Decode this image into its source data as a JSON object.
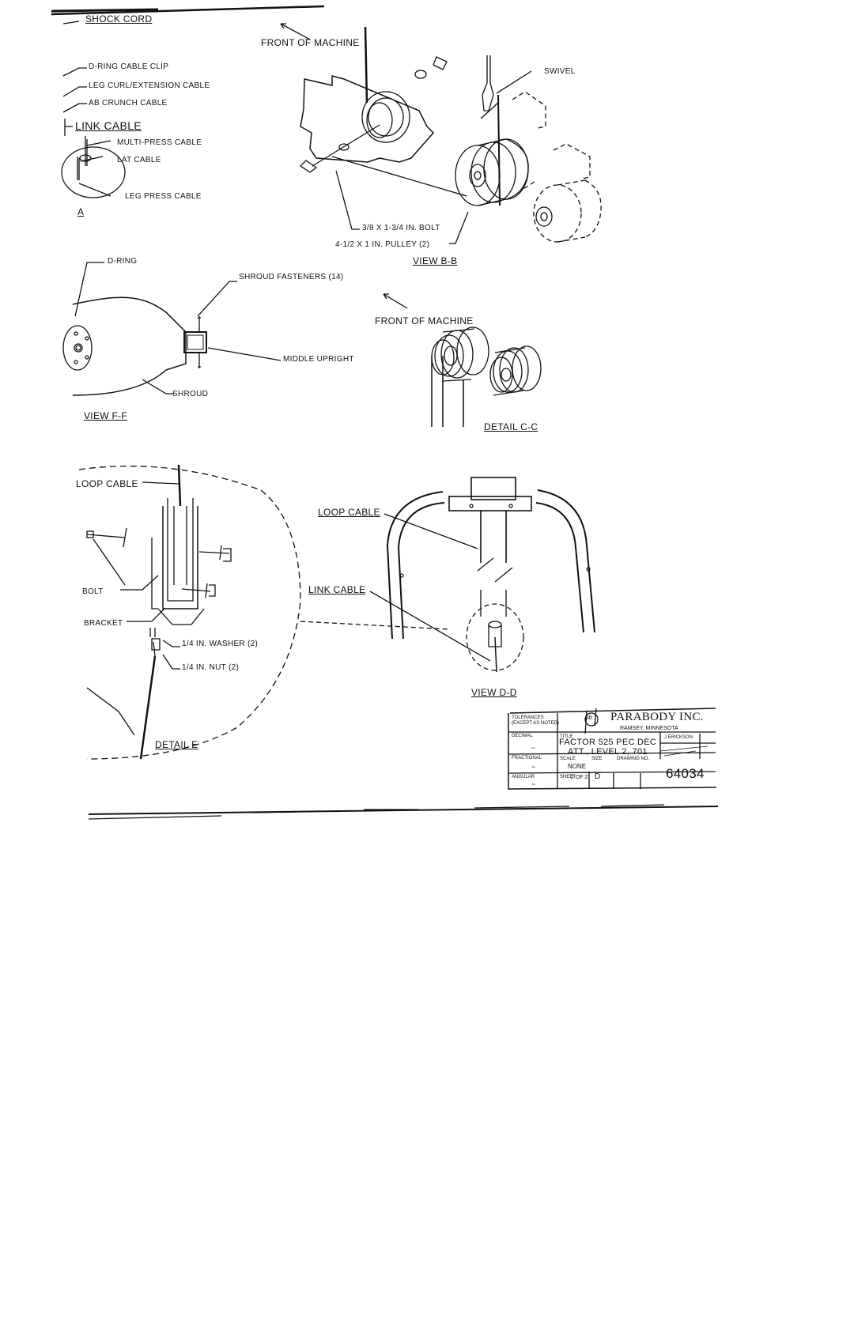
{
  "callouts": {
    "shock_cord": "SHOCK CORD",
    "d_ring_cable_clip": "D-RING CABLE CLIP",
    "leg_curl_extension_cable": "LEG CURL/EXTENSION CABLE",
    "ab_crunch_cable": "AB CRUNCH CABLE",
    "link_cable_top": "LINK CABLE",
    "multi_press_cable": "MULTI-PRESS CABLE",
    "lat_cable": "LAT CABLE",
    "leg_press_cable": "LEG PRESS CABLE",
    "view_a": "A",
    "front_of_machine_1": "FRONT OF MACHINE",
    "swivel": "SWIVEL",
    "bolt_spec": "3/8 X 1-3/4 IN. BOLT",
    "pulley_spec": "4-1/2 X 1 IN. PULLEY (2)",
    "view_b": "VIEW B-B",
    "d_ring": "D-RING",
    "shroud_fasteners": "SHROUD FASTENERS (14)",
    "middle_upright": "MIDDLE UPRIGHT",
    "shroud": "SHROUD",
    "view_f": "VIEW F-F",
    "front_of_machine_2": "FRONT OF MACHINE",
    "detail_c": "DETAIL C-C",
    "loop_cable_left": "LOOP CABLE",
    "bolt_left": "BOLT",
    "bracket_left": "BRACKET",
    "washer": "1/4 IN. WASHER (2)",
    "nut": "1/4 IN. NUT (2)",
    "detail_e": "DETAIL E",
    "loop_cable_right": "LOOP CABLE",
    "link_cable_right": "LINK CABLE",
    "view_d": "VIEW D-D"
  },
  "title_block": {
    "company": "PARABODY INC.",
    "location": "RAMSEY, MINNESOTA",
    "tolerances": "TOLERANCES",
    "tolerances_sub": "(EXCEPT AS NOTED)",
    "decimal": "DECIMAL",
    "fractional": "FRACTIONAL",
    "angular": "ANGULAR",
    "dash1": "~",
    "dash2": "~",
    "dash3": "~",
    "title_label": "TITLE",
    "title_line1": "FACTOR 525 PEC DEC",
    "title_line2": "ATT., LEVEL 2, 701",
    "drawn_by": "J ERICKSON",
    "scale_label": "SCALE",
    "scale_value": "NONE",
    "size_label": "SIZE",
    "size_value": "D",
    "sheet_label": "SHEET",
    "sheet_value": "2 OF 2",
    "drawing_no_label": "DRAWING NO.",
    "drawing_no": "64034",
    "logo_text": "pb"
  }
}
